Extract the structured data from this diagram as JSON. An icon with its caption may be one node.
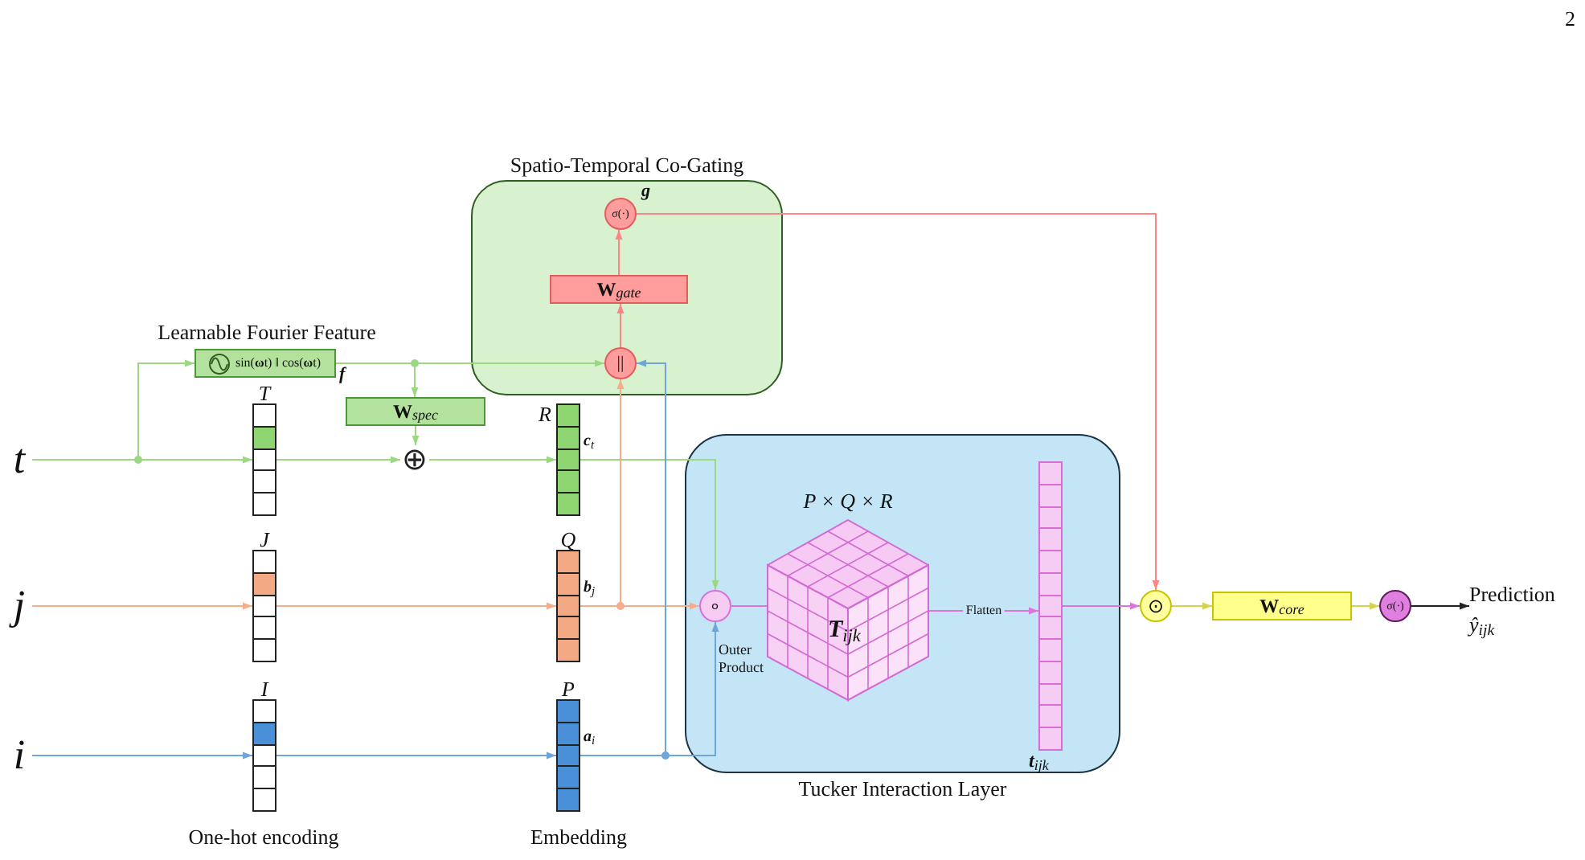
{
  "diagram": {
    "nodes": [
      {
        "text": [
          "Spatio-Temporal Co-Gating"
        ]
      },
      {
        "text": [
          "σ(·)"
        ],
        "in": 0,
        "beside": [
          "g"
        ]
      },
      {
        "text": [
          "**W**$_{gate}$"
        ],
        "in": 0
      },
      {
        "text": [
          "||"
        ],
        "in": 0
      },
      {
        "text": [
          "sin(**ω**t) ‖ cos(**ω**t)"
        ],
        "beside": [
          "Learnable Fourier Feature",
          "f"
        ]
      },
      {
        "text": [
          "**W**$_{spec}$"
        ]
      },
      {
        "text": [
          "⊕"
        ]
      },
      {
        "text": [
          "t"
        ]
      },
      {
        "text": [
          "j"
        ]
      },
      {
        "text": [
          "i"
        ]
      },
      {
        "text": [
          "T"
        ]
      },
      {
        "text": [
          "J"
        ]
      },
      {
        "text": [
          "I"
        ]
      },
      {
        "text": [
          "R"
        ],
        "beside": [
          "**c**$_{t}$"
        ]
      },
      {
        "text": [
          "Q"
        ],
        "beside": [
          "**b**$_{j}$"
        ]
      },
      {
        "text": [
          "P"
        ],
        "beside": [
          "**a**$_{i}$"
        ]
      },
      {
        "text": [
          "Tucker Interaction Layer"
        ]
      },
      {
        "text": [
          "∘"
        ],
        "in": 16
      },
      {
        "text": [
          "P × Q × R",
          "**T**$_{ijk}$"
        ],
        "in": 16
      },
      {
        "text": [],
        "shape": "bar",
        "in": 16,
        "beside": [
          "**t**$_{ijk}$"
        ]
      },
      {
        "text": [
          "⊙"
        ]
      },
      {
        "text": [
          "**W**$_{core}$"
        ]
      },
      {
        "text": [
          "σ(·)"
        ]
      },
      {
        "text": [
          "Prediction",
          "ŷ$_{ijk}$"
        ]
      }
    ],
    "edges": [
      {
        "from": 7,
        "to": 10,
        "arrow": "to"
      },
      {
        "from": 7,
        "to": 4,
        "arrow": "to"
      },
      {
        "from": 10,
        "to": 6,
        "arrow": "to"
      },
      {
        "from": 4,
        "to": 5,
        "arrow": "to"
      },
      {
        "from": 4,
        "to": 3,
        "arrow": "to"
      },
      {
        "from": 5,
        "to": 6,
        "arrow": "to"
      },
      {
        "from": 6,
        "to": 13,
        "arrow": "to"
      },
      {
        "from": 13,
        "to": 17,
        "arrow": "to"
      },
      {
        "from": 8,
        "to": 11,
        "arrow": "to",
        "color": "#f5ad8c"
      },
      {
        "from": 11,
        "to": 14,
        "arrow": "to",
        "color": "#f5ad8c"
      },
      {
        "from": 14,
        "to": 17,
        "arrow": "to",
        "color": "#f5ad8c"
      },
      {
        "from": 14,
        "to": 3,
        "arrow": "to",
        "color": "#f5ad8c"
      },
      {
        "from": 9,
        "to": 12,
        "arrow": "to",
        "color": "#6ea6dc"
      },
      {
        "from": 12,
        "to": 15,
        "arrow": "to",
        "color": "#6ea6dc"
      },
      {
        "from": 15,
        "to": 17,
        "arrow": "to",
        "color": "#6ea6dc"
      },
      {
        "from": 15,
        "to": 3,
        "arrow": "to",
        "color": "#6ea6dc"
      },
      {
        "from": 3,
        "to": 2,
        "arrow": "to",
        "color": "#ff8585"
      },
      {
        "from": 2,
        "to": 1,
        "arrow": "to",
        "color": "#ff8585"
      },
      {
        "from": 1,
        "to": 20,
        "arrow": "to",
        "color": "#ff8585"
      },
      {
        "from": 17,
        "to": 18,
        "arrow": "none",
        "color": "#dc74dc"
      },
      {
        "from": 18,
        "to": 19,
        "arrow": "to",
        "label": "Flatten",
        "color": "#dc74dc"
      },
      {
        "from": 19,
        "to": 20,
        "arrow": "to",
        "color": "#dc74dc"
      },
      {
        "from": 20,
        "to": 21,
        "arrow": "to",
        "color": "#d4d44c"
      },
      {
        "from": 21,
        "to": 22,
        "arrow": "to",
        "color": "#d4d44c"
      },
      {
        "from": 22,
        "to": 23,
        "arrow": "to",
        "color": "#222222"
      }
    ],
    "labels": [
      "2",
      "Outer Product",
      "One-hot encoding",
      "Embedding"
    ]
  }
}
